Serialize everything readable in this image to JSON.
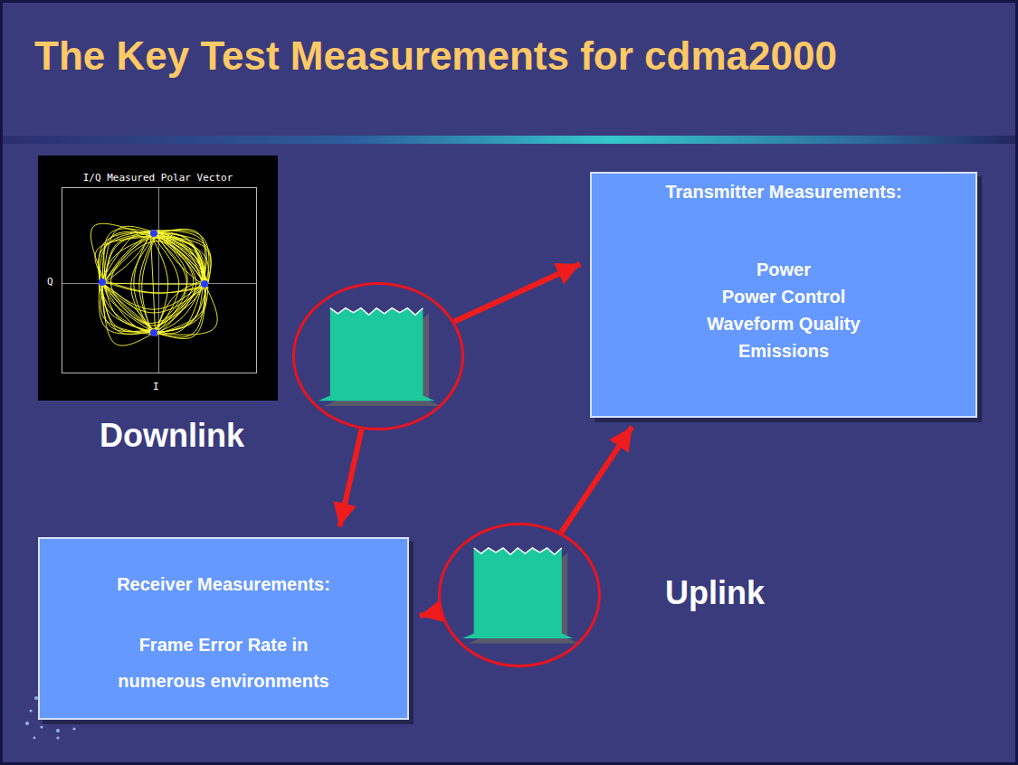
{
  "diagram": {
    "title": "The Key Test Measurements for cdma2000",
    "nodes": [
      {
        "text": [
          "Transmitter Measurements:",
          "Power",
          "Power Control",
          "Waveform Quality",
          "Emissions"
        ]
      },
      {
        "text": [
          "Downlink"
        ]
      },
      {
        "text": [
          "Receiver Measurements:",
          "Frame Error Rate in numerous environments"
        ]
      },
      {
        "text": [
          "Uplink"
        ]
      }
    ],
    "edges": [
      {
        "from": 1,
        "to": 0,
        "arrow": "to"
      },
      {
        "from": 1,
        "to": 2,
        "arrow": "to"
      },
      {
        "from": 3,
        "to": 0,
        "arrow": "to"
      },
      {
        "from": 3,
        "to": 2,
        "arrow": "to"
      }
    ],
    "labels": [
      "I/Q Measured Polar Vector",
      "Q",
      "I"
    ]
  }
}
